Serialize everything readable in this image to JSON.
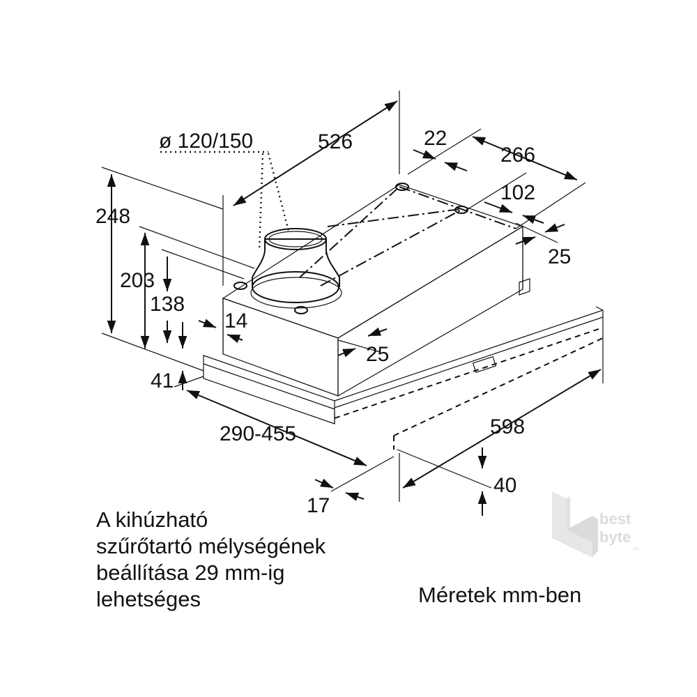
{
  "dimensions": {
    "duct": "ø 120/150",
    "d526": "526",
    "d22": "22",
    "d266": "266",
    "d102": "102",
    "d25_top": "25",
    "d248": "248",
    "d203": "203",
    "d138": "138",
    "d14": "14",
    "d25_mid": "25",
    "d41": "41",
    "d598": "598",
    "d290_455": "290-455",
    "d40": "40",
    "d17": "17"
  },
  "note_lines": [
    "A kihúzható",
    "szűrőtartó mélységének",
    "beállítása 29 mm-ig",
    "lehetséges"
  ],
  "units_label": "Méretek mm-ben",
  "watermark": {
    "brand_top": "best",
    "brand_bottom": "byte",
    "suffix": ".hu"
  }
}
